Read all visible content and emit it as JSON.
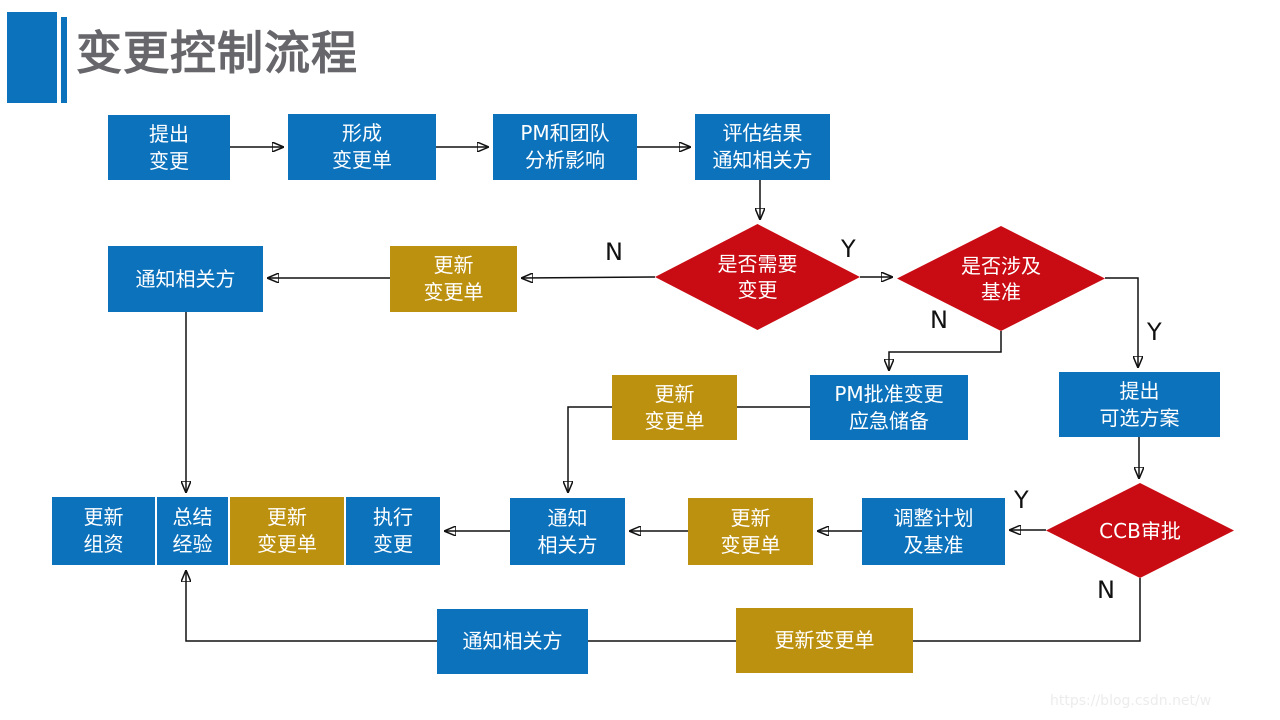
{
  "title": "变更控制流程",
  "watermark": "https://blog.csdn.net/w",
  "colors": {
    "node_blue": "#0d72bc",
    "node_gold": "#bd9110",
    "diamond_red": "#c90b13",
    "title_gray": "#66666b",
    "connector_black": "#111111",
    "background": "#ffffff"
  },
  "branch_labels": {
    "need_change_no": "N",
    "need_change_yes": "Y",
    "involve_baseline_no": "N",
    "involve_baseline_yes": "Y",
    "ccb_yes": "Y",
    "ccb_no": "N"
  },
  "nodes": {
    "propose_change": {
      "text": "提出\n变更"
    },
    "form_change_order": {
      "text": "形成\n变更单"
    },
    "pm_team_analysis": {
      "text": "PM和团队\n分析影响"
    },
    "evaluation_notify": {
      "text": "评估结果\n通知相关方"
    },
    "need_change": {
      "text": "是否需要\n变更"
    },
    "involve_baseline": {
      "text": "是否涉及\n基准"
    },
    "notify_stakeholders_left": {
      "text": "通知相关方"
    },
    "update_order_left": {
      "text": "更新\n变更单"
    },
    "update_order_mid": {
      "text": "更新\n变更单"
    },
    "pm_approve_reserve": {
      "text": "PM批准变更\n应急储备"
    },
    "propose_alternatives": {
      "text": "提出\n可选方案"
    },
    "ccb_approval": {
      "text": "CCB审批"
    },
    "update_org_assets": {
      "text": "更新\n组资"
    },
    "summarize_experience": {
      "text": "总结\n经验"
    },
    "update_order_exec": {
      "text": "更新\n变更单"
    },
    "execute_change": {
      "text": "执行\n变更"
    },
    "notify_stakeholders_mid": {
      "text": "通知\n相关方"
    },
    "update_order_adjust": {
      "text": "更新\n变更单"
    },
    "adjust_plan_baseline": {
      "text": "调整计划\n及基准"
    },
    "notify_stakeholders_bottom": {
      "text": "通知相关方"
    },
    "update_order_bottom": {
      "text": "更新变更单"
    }
  }
}
